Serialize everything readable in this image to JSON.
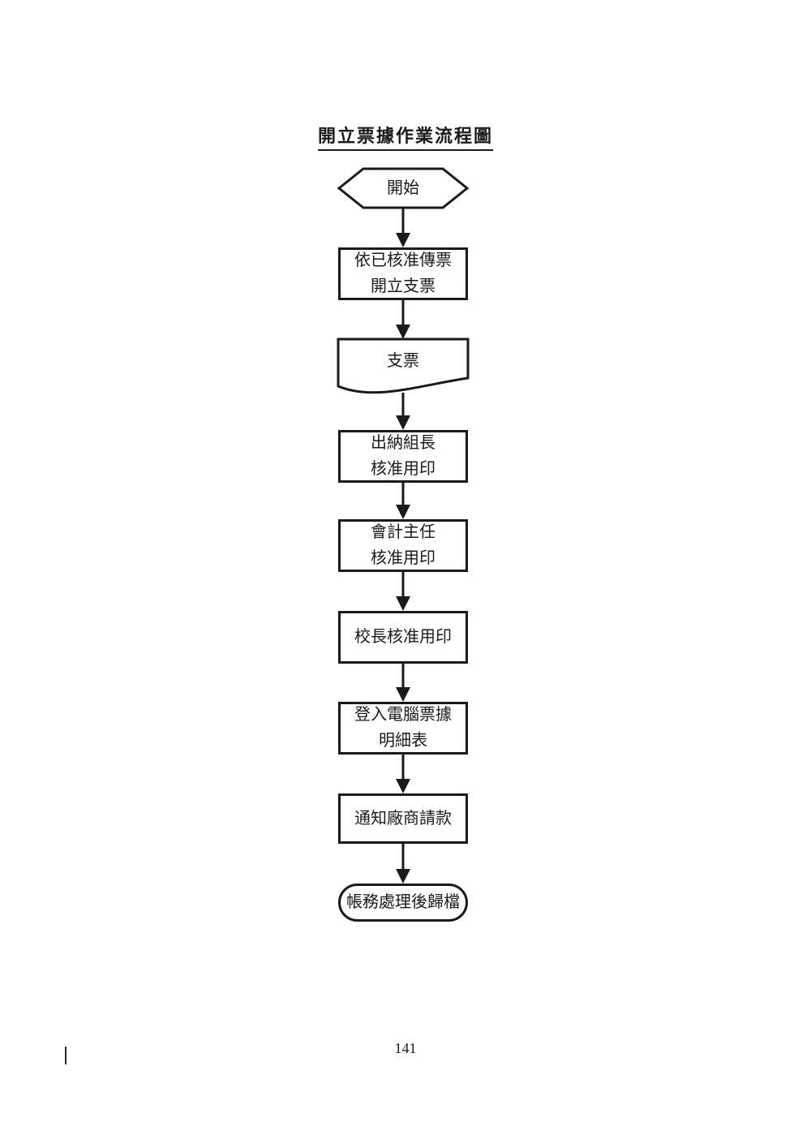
{
  "page": {
    "title": "開立票據作業流程圖",
    "page_number": "141"
  },
  "flowchart": {
    "colors": {
      "stroke": "#1a1a1a",
      "fill": "#ffffff"
    },
    "nodes": [
      {
        "id": "start",
        "type": "hexagon",
        "lines": [
          "開始"
        ]
      },
      {
        "id": "step-1",
        "type": "process",
        "lines": [
          "依已核准傳票",
          "開立支票"
        ]
      },
      {
        "id": "doc-check",
        "type": "document",
        "lines": [
          "支票"
        ]
      },
      {
        "id": "step-2",
        "type": "process",
        "lines": [
          "出納組長",
          "核准用印"
        ]
      },
      {
        "id": "step-3",
        "type": "process",
        "lines": [
          "會計主任",
          "核准用印"
        ]
      },
      {
        "id": "step-4",
        "type": "process",
        "lines": [
          "校長核准用印"
        ]
      },
      {
        "id": "step-5",
        "type": "process",
        "lines": [
          "登入電腦票據",
          "明細表"
        ]
      },
      {
        "id": "step-6",
        "type": "process",
        "lines": [
          "通知廠商請款"
        ]
      },
      {
        "id": "end",
        "type": "terminator",
        "lines": [
          "帳務處理後歸檔"
        ]
      }
    ]
  }
}
